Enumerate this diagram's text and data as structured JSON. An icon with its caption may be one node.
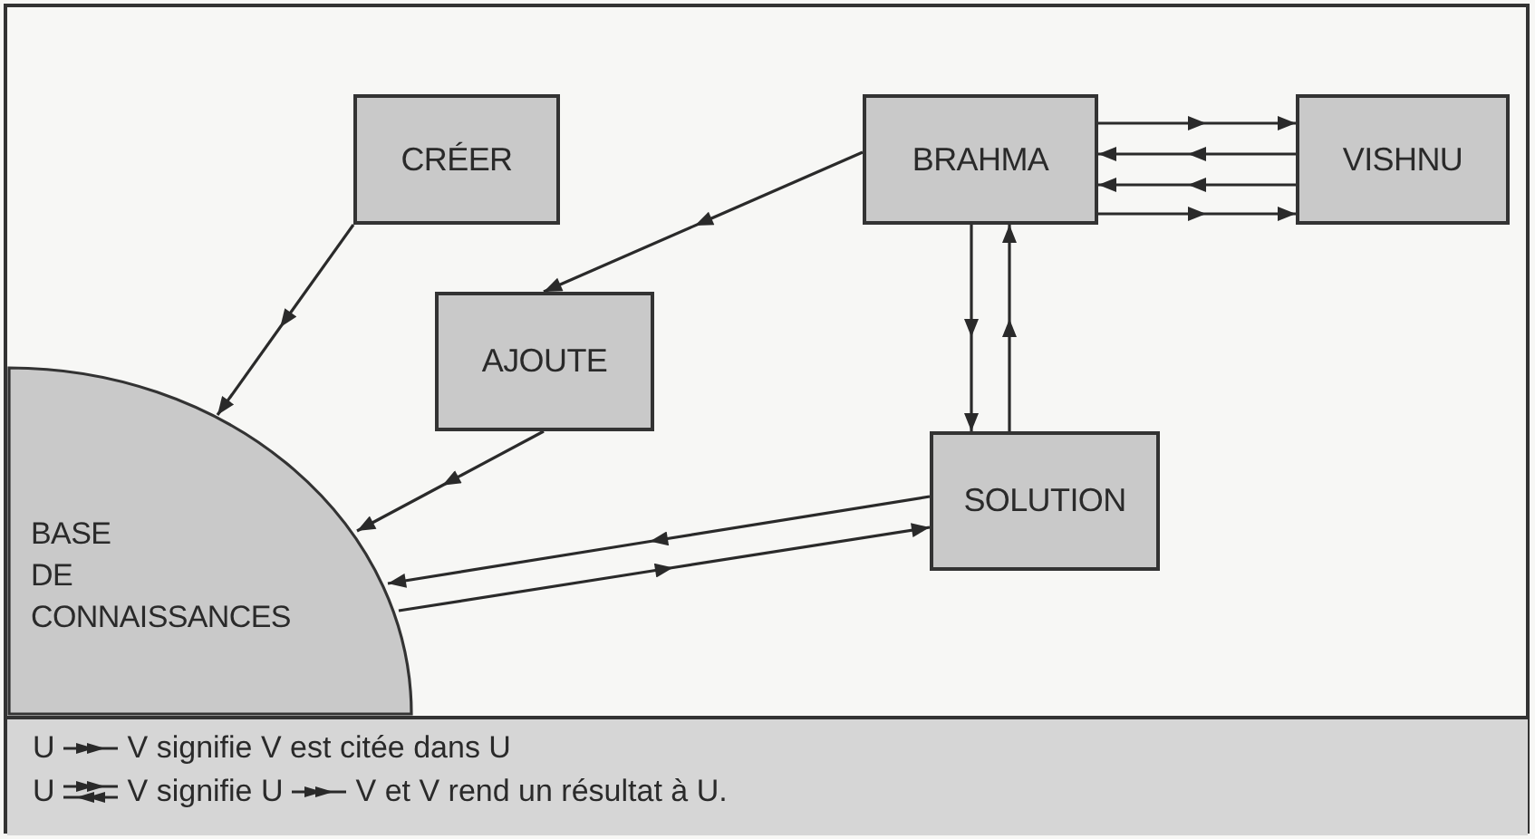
{
  "diagram": {
    "nodes": [
      {
        "text": [
          "CRÉER"
        ]
      },
      {
        "text": [
          "BRAHMA"
        ]
      },
      {
        "text": [
          "VISHNU"
        ]
      },
      {
        "text": [
          "AJOUTE"
        ]
      },
      {
        "text": [
          "SOLUTION"
        ]
      },
      {
        "text": [
          "BASE DE CONNAISSANCES"
        ]
      }
    ],
    "edges": [
      {
        "from": 0,
        "to": 5,
        "arrow": "to"
      },
      {
        "from": 1,
        "to": 3,
        "arrow": "to"
      },
      {
        "from": 3,
        "to": 5,
        "arrow": "to"
      },
      {
        "from": 1,
        "to": 2,
        "arrow": "to"
      },
      {
        "from": 2,
        "to": 1,
        "arrow": "to"
      },
      {
        "from": 2,
        "to": 1,
        "arrow": "to"
      },
      {
        "from": 1,
        "to": 2,
        "arrow": "to"
      },
      {
        "from": 1,
        "to": 4,
        "arrow": "to"
      },
      {
        "from": 4,
        "to": 1,
        "arrow": "to"
      },
      {
        "from": 4,
        "to": 5,
        "arrow": "to"
      },
      {
        "from": 5,
        "to": 4,
        "arrow": "to"
      }
    ],
    "labels": [
      "U",
      "V signifie V est citée dans U",
      "U",
      "V signifie U",
      "V et V rend un résultat à U."
    ]
  }
}
